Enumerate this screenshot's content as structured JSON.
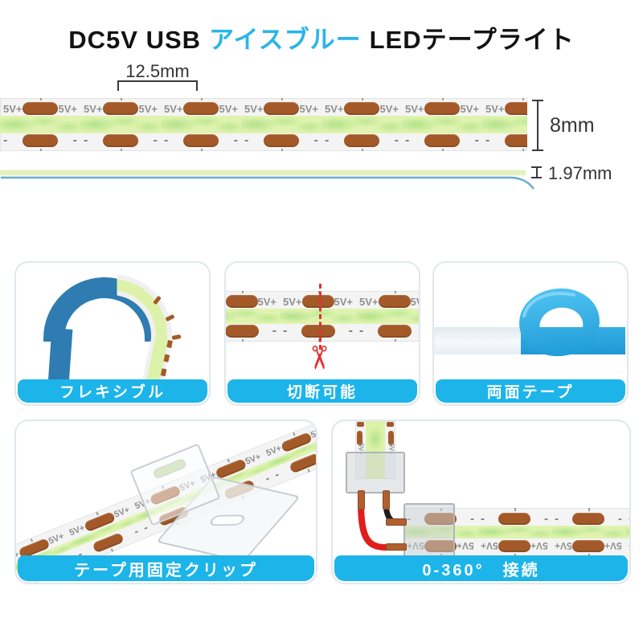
{
  "title": {
    "prefix": "DC5V USB",
    "highlight": "アイスブルー",
    "suffix": "LEDテープライト"
  },
  "dimensions": {
    "pitch": "12.5mm",
    "width": "8mm",
    "thickness": "1.97mm"
  },
  "strip": {
    "plus_label": "5V+",
    "minus_label": "-"
  },
  "icons": {
    "scissors": "✂"
  },
  "panels": [
    {
      "label": "フレキシブル"
    },
    {
      "label": "切断可能"
    },
    {
      "label": "両面テープ"
    },
    {
      "label": "テープ用固定クリップ"
    },
    {
      "label": "0-360°　接続"
    }
  ],
  "colors": {
    "accent_cyan": "#1CB4E9",
    "title_highlight": "#29B5E8",
    "copper_pad": "#A45A28",
    "cob_green": "#DCF2A8",
    "tape_blue": "#2EA9E2",
    "wire_red": "#E01E1E",
    "wire_black": "#1E1E1E",
    "scissors_red": "#E3322F",
    "strip_back_blue": "#2E7CB2",
    "dimension_text": "#333333"
  }
}
